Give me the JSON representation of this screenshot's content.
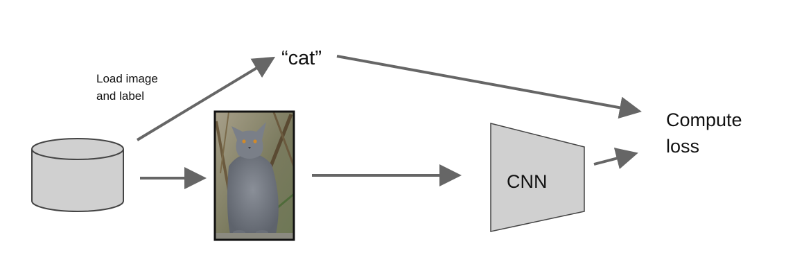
{
  "labels": {
    "load_line1": "Load image",
    "load_line2": "and label",
    "cat": "“cat”",
    "compute_line1": "Compute",
    "compute_line2": "loss",
    "cnn": "CNN"
  },
  "colors": {
    "arrow": "#666666",
    "shape_fill": "#d0d0d0",
    "shape_stroke": "#444444",
    "text": "#111111"
  },
  "icons": {
    "database": "database-icon",
    "image": "cat-photo"
  }
}
